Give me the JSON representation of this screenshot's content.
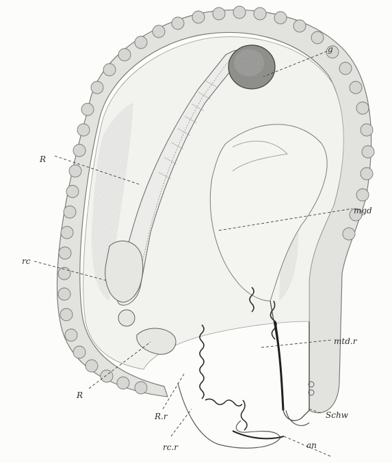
{
  "figure": {
    "labels": {
      "g": "g",
      "R_top": "R",
      "mgd": "mgd",
      "rc": "rc",
      "mtd_r": "mtd.r",
      "R_bottom": "R",
      "R_r": "R.r",
      "Schw": "Schw",
      "rc_r": "rc.r",
      "an": "an"
    }
  }
}
